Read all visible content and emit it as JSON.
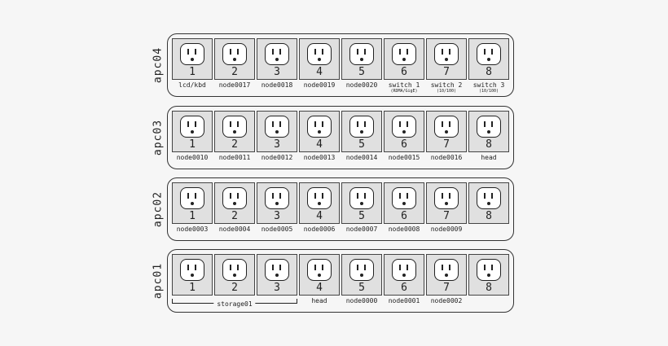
{
  "pdus": [
    {
      "name": "apc04",
      "outlets": [
        {
          "num": "1",
          "label": "lcd/kbd"
        },
        {
          "num": "2",
          "label": "node0017"
        },
        {
          "num": "3",
          "label": "node0018"
        },
        {
          "num": "4",
          "label": "node0019"
        },
        {
          "num": "5",
          "label": "node0020"
        },
        {
          "num": "6",
          "label": "switch 1",
          "sub": "(RDMA/GigE)"
        },
        {
          "num": "7",
          "label": "switch 2",
          "sub": "(10/100)"
        },
        {
          "num": "8",
          "label": "switch 3",
          "sub": "(10/100)"
        }
      ]
    },
    {
      "name": "apc03",
      "outlets": [
        {
          "num": "1",
          "label": "node0010"
        },
        {
          "num": "2",
          "label": "node0011"
        },
        {
          "num": "3",
          "label": "node0012"
        },
        {
          "num": "4",
          "label": "node0013"
        },
        {
          "num": "5",
          "label": "node0014"
        },
        {
          "num": "6",
          "label": "node0015"
        },
        {
          "num": "7",
          "label": "node0016"
        },
        {
          "num": "8",
          "label": "head"
        }
      ]
    },
    {
      "name": "apc02",
      "outlets": [
        {
          "num": "1",
          "label": "node0003"
        },
        {
          "num": "2",
          "label": "node0004"
        },
        {
          "num": "3",
          "label": "node0005"
        },
        {
          "num": "4",
          "label": "node0006"
        },
        {
          "num": "5",
          "label": "node0007"
        },
        {
          "num": "6",
          "label": "node0008"
        },
        {
          "num": "7",
          "label": "node0009"
        },
        {
          "num": "8",
          "label": ""
        }
      ]
    },
    {
      "name": "apc01",
      "span": {
        "label": "storage01",
        "from": 1,
        "to": 3
      },
      "outlets": [
        {
          "num": "1",
          "label": ""
        },
        {
          "num": "2",
          "label": ""
        },
        {
          "num": "3",
          "label": ""
        },
        {
          "num": "4",
          "label": "head"
        },
        {
          "num": "5",
          "label": "node0000"
        },
        {
          "num": "6",
          "label": "node0001"
        },
        {
          "num": "7",
          "label": "node0002"
        },
        {
          "num": "8",
          "label": ""
        }
      ]
    }
  ]
}
